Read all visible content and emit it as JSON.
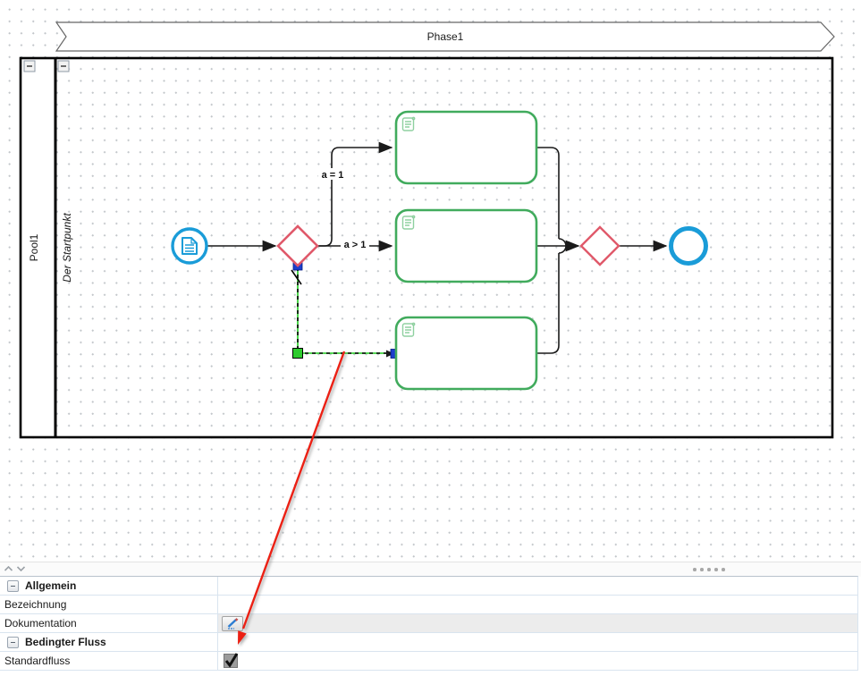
{
  "colors": {
    "event_blue": "#1a9cd8",
    "gateway_red": "#e0596a",
    "task_green": "#41ab5d",
    "task_icon_green": "#8fd0a0",
    "selected_flow_green": "#1ec81e",
    "waypoint_handle_green": "#2ecc2e",
    "endpoint_handle_blue": "#1d3ecc",
    "annotation_arrow_red": "#ec2014",
    "flow_line_black": "#1a1a1a",
    "grid_dot_gray": "#c2c6ca",
    "panel_grid_blue_gray": "#d9e4ef"
  },
  "diagram": {
    "phase_label": "Phase1",
    "pool_label": "Pool1",
    "lane_label": "Der Startpunkt",
    "flow_label_top": "a = 1",
    "flow_label_middle": "a > 1"
  },
  "properties_panel": {
    "rows": [
      {
        "kind": "section",
        "label": "Allgemein"
      },
      {
        "kind": "field",
        "label": "Bezeichnung",
        "value": ""
      },
      {
        "kind": "field",
        "label": "Dokumentation",
        "value": ""
      },
      {
        "kind": "section",
        "label": "Bedingter Fluss"
      },
      {
        "kind": "field",
        "label": "Standardfluss",
        "checked": true
      }
    ]
  }
}
